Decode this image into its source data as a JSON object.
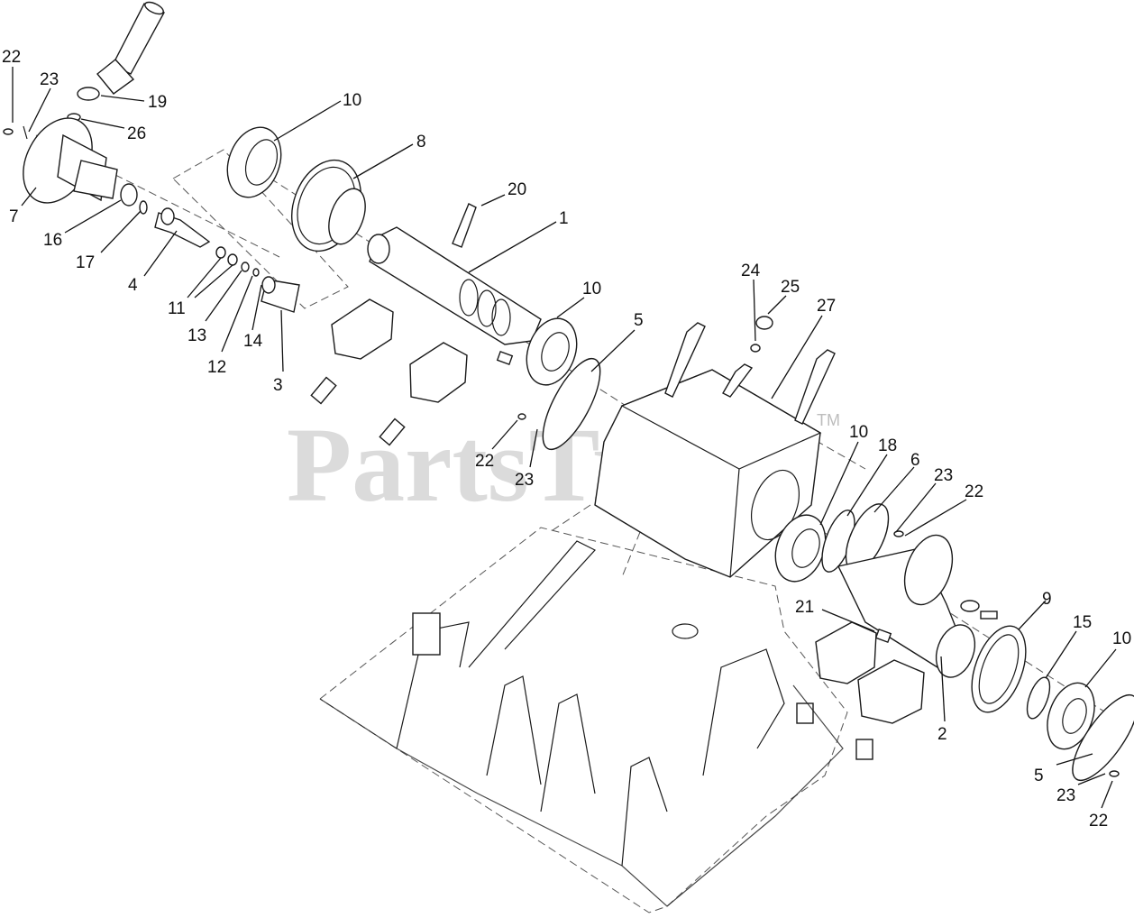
{
  "watermark": {
    "text": "PartsTree",
    "trademark": "TM"
  },
  "callouts": [
    "22",
    "23",
    "19",
    "26",
    "7",
    "10",
    "8",
    "20",
    "1",
    "16",
    "17",
    "4",
    "11",
    "13",
    "12",
    "14",
    "3",
    "24",
    "25",
    "27",
    "10",
    "5",
    "22",
    "23",
    "10",
    "18",
    "6",
    "23",
    "22",
    "21",
    "9",
    "15",
    "10",
    "2",
    "5",
    "23",
    "22"
  ]
}
